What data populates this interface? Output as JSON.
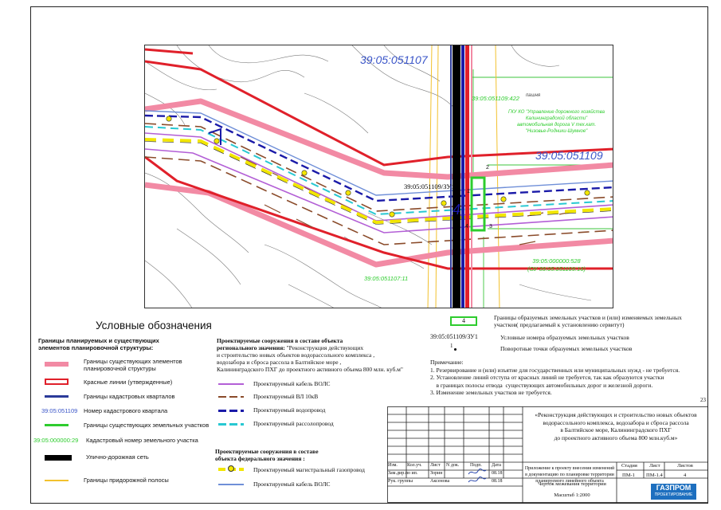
{
  "map": {
    "labels": {
      "kv_top": "39:05:051107",
      "kv_right": "39:05:051109",
      "kv_bottom_left": "39:05:051107:11",
      "parcel_top": "39:05:051109:422",
      "pashnya": "пашня",
      "road_owner": [
        "ГКУ КО \"Управление дорожного хозяйства",
        "Калининградской области\"",
        "автомобильная дорога V тех.кат.",
        "\"Низовье-Родники-Шумное\""
      ],
      "zu_label": "39:05:051109/ЗУ1",
      "big_number": "4",
      "corner_numbers": [
        "1",
        "2",
        "3",
        "4"
      ],
      "parcel_bottom": [
        "39:05:000000:528",
        "(ОУ 39:05:051109:16)"
      ]
    }
  },
  "legend": {
    "title": "Условные обозначения",
    "boundaries_header": [
      "Границы планируемых и существующих",
      "элементов планировочной структуры:"
    ],
    "left_items": [
      {
        "label": [
          "Границы существующих элементов",
          "планировочной структуры"
        ],
        "color": "#f28aa4"
      },
      {
        "label": [
          "Красные линии (утвержденные)"
        ],
        "color": "#e0202a"
      },
      {
        "label": [
          "Границы кадастровых кварталов"
        ],
        "color": "#2b3a99"
      },
      {
        "prefix": "39:05:051109",
        "label": [
          "Номер кадастрового квартала"
        ],
        "color": "#3a55c8"
      },
      {
        "label": [
          "Границы существующих земельных участков"
        ],
        "color": "#2ecc2e"
      },
      {
        "prefix": "39:05:000000:29",
        "label": [
          "Кадастровый номер  земельного участка"
        ],
        "color": "#2ecc2e"
      },
      {
        "label": [
          "Улично-дорожная сеть"
        ],
        "color": "#000000"
      },
      {
        "label": [
          "Границы придорожной полосы"
        ],
        "color": "#f2c12e"
      }
    ],
    "regional_header_bold": [
      "Проектируемые сооружения в составе объекта",
      "регионального значения:"
    ],
    "regional_header_text": [
      " \"Реконструкция действующих",
      "и строительство новых объектов водорассольного комплекса ,",
      "водозабора и сброса рассола в Балтийское море ,",
      "Калининградского ПХГ до проектного активного объема  800 млн. куб.м\""
    ],
    "regional_items": [
      {
        "label": "Проектируемый кабель ВОЛС",
        "color": "#b35fd6"
      },
      {
        "label": "Проектируемый ВЛ 10кВ",
        "color": "#8a4b2a"
      },
      {
        "label": "Проектируемый водопровод",
        "color": "#1a1aa8"
      },
      {
        "label": "Проектируемый рассолопровод",
        "color": "#28c8d2"
      }
    ],
    "federal_header": [
      "Проектируемые сооружения в составе",
      "объекта федерального значения :"
    ],
    "federal_items": [
      {
        "label": "Проектируемый магистральный газопровод",
        "color": "#f2e600"
      },
      {
        "label": "Проектируемый кабель ВОЛС",
        "color": "#6f8fd8"
      }
    ],
    "right_items": [
      {
        "label": [
          "Границы образуемых земельных участков и (или) изменяемых  земельных",
          "участков( предлагаемый к установлению сервитут)"
        ]
      },
      {
        "box_number": "4"
      },
      {
        "label": [
          "Условные номера образуемых  земельных участков"
        ],
        "code": "39:05:051109/ЗУ1"
      },
      {
        "label": [
          "Поворотные точки образуемых  земельных участков"
        ],
        "point": "1"
      }
    ]
  },
  "notes": {
    "title": "Примечание:",
    "items": [
      "1. Резервирование и (или) изъятие для государственных или муниципальных нужд - не требуется.",
      "2. Установление линий отступа от красных линий не требуется, так как  образуются участки",
      "    в границах полосы отвода  существующих автомобильных дорог и железной дороги.",
      "3. Изменение земельных участков не требуется."
    ]
  },
  "title_block": {
    "sheet_no": "23",
    "project": [
      "«Реконструкция действующих и строительство новых объектов",
      "водорассольного комплекса, водозабора и сброса рассола",
      "в Балтийское море, Калининградского ПХГ",
      "до проектного активного объема 800 млн.куб.м»"
    ],
    "headers": [
      "Изм.",
      "Кол.уч.",
      "Лист",
      "N док.",
      "Подп.",
      "Дата"
    ],
    "rows": [
      {
        "role": "Зам.дир.по ип.",
        "name": "Зорин",
        "date": "08.18"
      },
      {
        "role": "Рук. группы",
        "name": "Аксенова",
        "date": "08.18"
      }
    ],
    "doc_title": [
      "Приложение к проекту внесения изменений",
      "в документацию по планировке территории",
      "планируемого линейного объекта"
    ],
    "stage_headers": [
      "Стадия",
      "Лист",
      "Листов"
    ],
    "stage_values": [
      "ПМ-1",
      "ПМ-1.4",
      "4"
    ],
    "drawing_name": "Чертеж  межевания территории",
    "scale": "Масштаб 1:2000",
    "logo_text": "ГАЗПРОМ",
    "logo_sub": "ПРОЕКТИРОВАНИЕ"
  }
}
